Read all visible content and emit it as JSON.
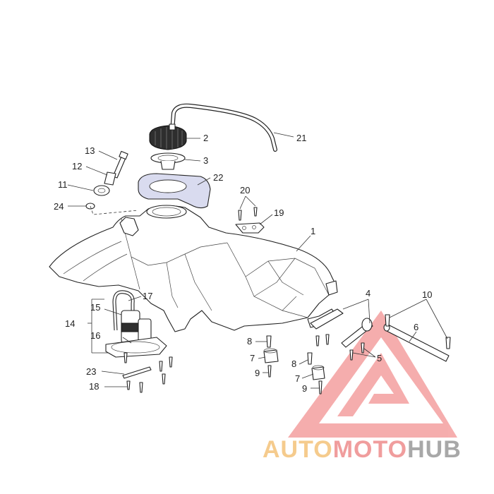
{
  "callouts": [
    {
      "id": "1",
      "text": "1"
    },
    {
      "id": "2",
      "text": "2"
    },
    {
      "id": "3",
      "text": "3"
    },
    {
      "id": "4",
      "text": "4"
    },
    {
      "id": "5",
      "text": "5"
    },
    {
      "id": "6",
      "text": "6"
    },
    {
      "id": "7a",
      "text": "7"
    },
    {
      "id": "7b",
      "text": "7"
    },
    {
      "id": "8a",
      "text": "8"
    },
    {
      "id": "8b",
      "text": "8"
    },
    {
      "id": "9a",
      "text": "9"
    },
    {
      "id": "9b",
      "text": "9"
    },
    {
      "id": "10",
      "text": "10"
    },
    {
      "id": "11",
      "text": "11"
    },
    {
      "id": "12",
      "text": "12"
    },
    {
      "id": "13",
      "text": "13"
    },
    {
      "id": "14",
      "text": "14"
    },
    {
      "id": "15",
      "text": "15"
    },
    {
      "id": "16",
      "text": "16"
    },
    {
      "id": "17",
      "text": "17"
    },
    {
      "id": "18",
      "text": "18"
    },
    {
      "id": "19",
      "text": "19"
    },
    {
      "id": "20",
      "text": "20"
    },
    {
      "id": "21",
      "text": "21"
    },
    {
      "id": "22",
      "text": "22"
    },
    {
      "id": "23",
      "text": "23"
    },
    {
      "id": "24",
      "text": "24"
    }
  ],
  "watermark": {
    "part_a": "AUTO",
    "part_b": "MOTO",
    "part_c": "HUB",
    "color_a": "#f4c27a",
    "color_b": "#ee8d8d",
    "color_c": "#9a9a9a",
    "logo_color": "#ee6b6b"
  },
  "colors": {
    "seal_fill": "#d9dbef",
    "line": "#222222"
  }
}
